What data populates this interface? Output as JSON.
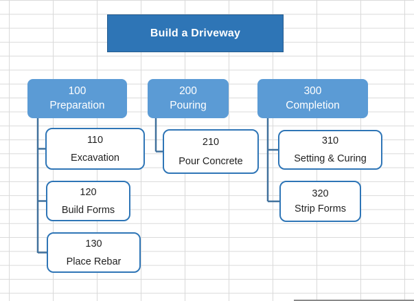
{
  "title": {
    "label": "Build a Driveway"
  },
  "branches": [
    {
      "code": "100",
      "label": "Preparation",
      "children": [
        {
          "code": "110",
          "label": "Excavation"
        },
        {
          "code": "120",
          "label": "Build Forms"
        },
        {
          "code": "130",
          "label": "Place Rebar"
        }
      ]
    },
    {
      "code": "200",
      "label": "Pouring",
      "children": [
        {
          "code": "210",
          "label": "Pour Concrete"
        }
      ]
    },
    {
      "code": "300",
      "label": "Completion",
      "children": [
        {
          "code": "310",
          "label": "Setting & Curing"
        },
        {
          "code": "320",
          "label": "Strip Forms"
        }
      ]
    }
  ],
  "colors": {
    "title_fill": "#2E75B6",
    "title_border": "#245A8D",
    "branch_fill": "#5B9BD5",
    "child_border": "#2E75B6",
    "connector": "#41719C",
    "gridline": "#D9D9D9",
    "background": "#FFFFFF"
  }
}
